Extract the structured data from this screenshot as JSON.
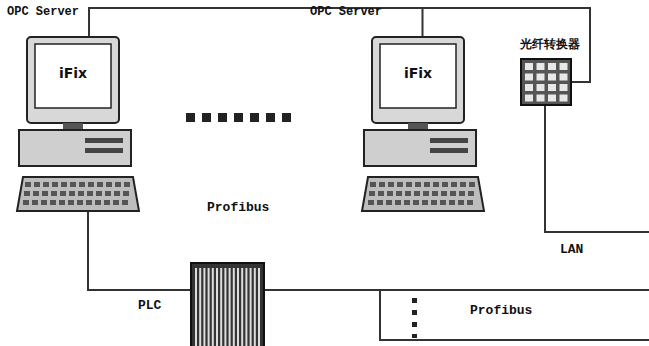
{
  "diagram": {
    "nodes": [
      {
        "text": [
          "OPC Server",
          "iFix"
        ]
      },
      {
        "text": [
          "OPC Server",
          "iFix"
        ]
      },
      {
        "text": [
          "光纤转换器"
        ]
      },
      {
        "text": [
          "PLC"
        ]
      }
    ],
    "edges": [
      {
        "from": 0,
        "to": 2,
        "arrow": "none"
      },
      {
        "from": 1,
        "to": 2,
        "arrow": "none"
      },
      {
        "from": 0,
        "to": 3,
        "arrow": "none"
      }
    ],
    "labels": [
      "Profibus",
      "LAN",
      "Profibus"
    ]
  }
}
